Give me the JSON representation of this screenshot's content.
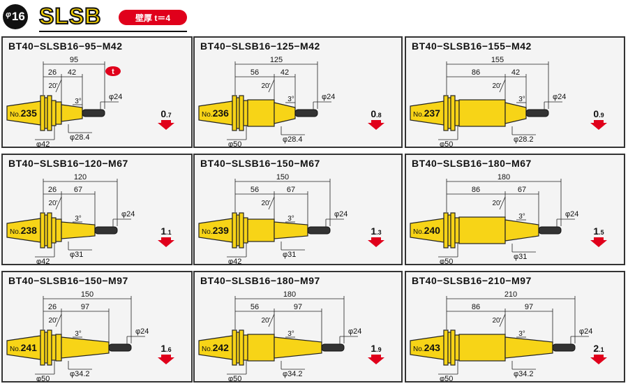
{
  "header": {
    "diameter_symbol": "φ",
    "diameter": "16",
    "series": "SLSB",
    "wall_thickness": "壁厚 t＝4"
  },
  "labels": {
    "no_prefix": "No.",
    "t_marker": "t",
    "angle_20": "20'",
    "angle_3": "3°",
    "tip_dia": "φ24"
  },
  "products": [
    {
      "model": "BT40−SLSB16−95−M42",
      "no": "235",
      "L": "95",
      "A": "26",
      "B": "42",
      "d1": "φ28.4",
      "d2": "φ42",
      "w_int": "0",
      "w_dec": ".7",
      "showT": true
    },
    {
      "model": "BT40−SLSB16−125−M42",
      "no": "236",
      "L": "125",
      "A": "56",
      "B": "42",
      "d1": "φ28.4",
      "d2": "φ50",
      "w_int": "0",
      "w_dec": ".8",
      "showT": false
    },
    {
      "model": "BT40−SLSB16−155−M42",
      "no": "237",
      "L": "155",
      "A": "86",
      "B": "42",
      "d1": "φ28.2",
      "d2": "φ50",
      "w_int": "0",
      "w_dec": ".9",
      "showT": false
    },
    {
      "model": "BT40−SLSB16−120−M67",
      "no": "238",
      "L": "120",
      "A": "26",
      "B": "67",
      "d1": "φ31",
      "d2": "φ42",
      "w_int": "1",
      "w_dec": ".1",
      "showT": false
    },
    {
      "model": "BT40−SLSB16−150−M67",
      "no": "239",
      "L": "150",
      "A": "56",
      "B": "67",
      "d1": "φ31",
      "d2": "φ42",
      "w_int": "1",
      "w_dec": ".3",
      "showT": false
    },
    {
      "model": "BT40−SLSB16−180−M67",
      "no": "240",
      "L": "180",
      "A": "86",
      "B": "67",
      "d1": "φ31",
      "d2": "φ50",
      "w_int": "1",
      "w_dec": ".5",
      "showT": false
    },
    {
      "model": "BT40−SLSB16−150−M97",
      "no": "241",
      "L": "150",
      "A": "26",
      "B": "97",
      "d1": "φ34.2",
      "d2": "φ50",
      "w_int": "1",
      "w_dec": ".6",
      "showT": false
    },
    {
      "model": "BT40−SLSB16−180−M97",
      "no": "242",
      "L": "180",
      "A": "56",
      "B": "97",
      "d1": "φ34.2",
      "d2": "φ50",
      "w_int": "1",
      "w_dec": ".9",
      "showT": false
    },
    {
      "model": "BT40−SLSB16−210−M97",
      "no": "243",
      "L": "210",
      "A": "86",
      "B": "97",
      "d1": "φ34.2",
      "d2": "φ50",
      "w_int": "2",
      "w_dec": ".1",
      "showT": false
    }
  ],
  "colors": {
    "body": "#f7d417",
    "outline": "#222222",
    "badge": "#e0001b",
    "arrow": "#e0001b",
    "card_bg": "#f4f4f4"
  }
}
